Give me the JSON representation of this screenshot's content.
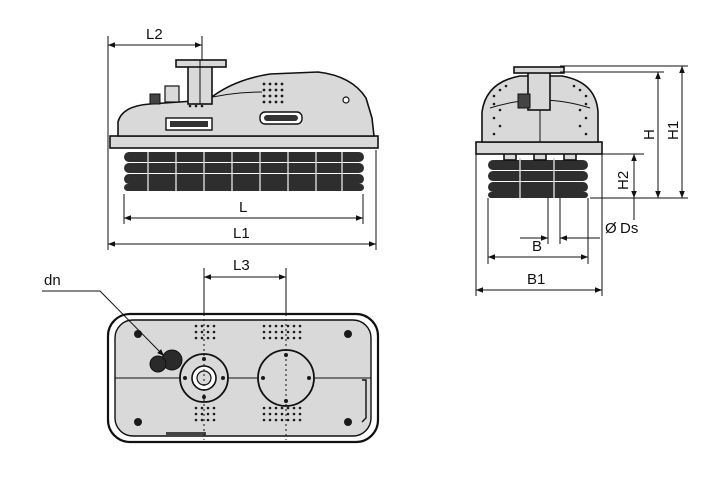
{
  "dimensions": {
    "L2": "L2",
    "L": "L",
    "L1": "L1",
    "L3": "L3",
    "dn": "dn",
    "H": "H",
    "H1": "H1",
    "H2": "H2",
    "Ds": "Ds",
    "diameter_symbol": "Ø",
    "B": "B",
    "B1": "B1"
  }
}
